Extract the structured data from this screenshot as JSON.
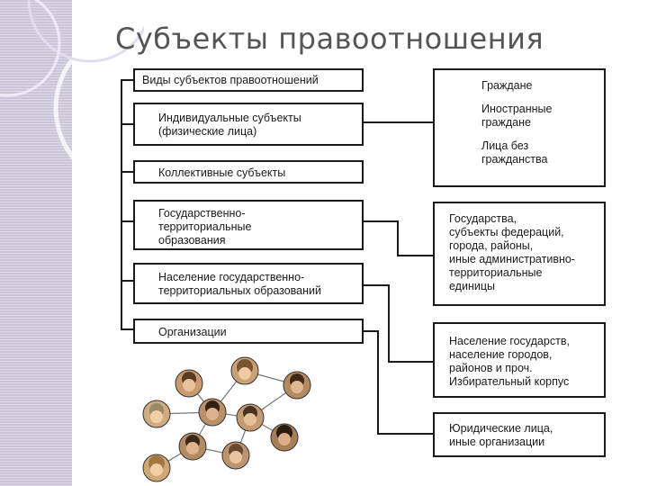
{
  "slide": {
    "title": "Субъекты правоотношения"
  },
  "left_boxes": [
    {
      "id": "types",
      "lines": [
        "Виды субъектов правоотношений"
      ]
    },
    {
      "id": "individual",
      "lines": [
        "Индивидуальные субъекты",
        "(физические лица)"
      ]
    },
    {
      "id": "collective",
      "lines": [
        "Коллективные субъекты"
      ]
    },
    {
      "id": "state_territorial",
      "lines": [
        "Государственно-",
        "территориальные",
        "образования"
      ]
    },
    {
      "id": "population",
      "lines": [
        "Население государственно-",
        "территориальных образований"
      ]
    },
    {
      "id": "organizations",
      "lines": [
        "Организации"
      ]
    }
  ],
  "right_boxes": [
    {
      "id": "citizens",
      "lines": [
        "Граждане",
        "",
        "Иностранные",
        "граждане",
        "",
        "Лица без",
        "гражданства"
      ]
    },
    {
      "id": "states",
      "lines": [
        "Государства,",
        "субъекты федераций,",
        "города, районы,",
        "иные административно-",
        "территориальные",
        "единицы"
      ]
    },
    {
      "id": "population_detail",
      "lines": [
        "Население государств,",
        "население городов,",
        "районов и проч.",
        "Избирательный корпус"
      ]
    },
    {
      "id": "legal_entities",
      "lines": [
        "Юридические лица,",
        "иные организации"
      ]
    }
  ]
}
